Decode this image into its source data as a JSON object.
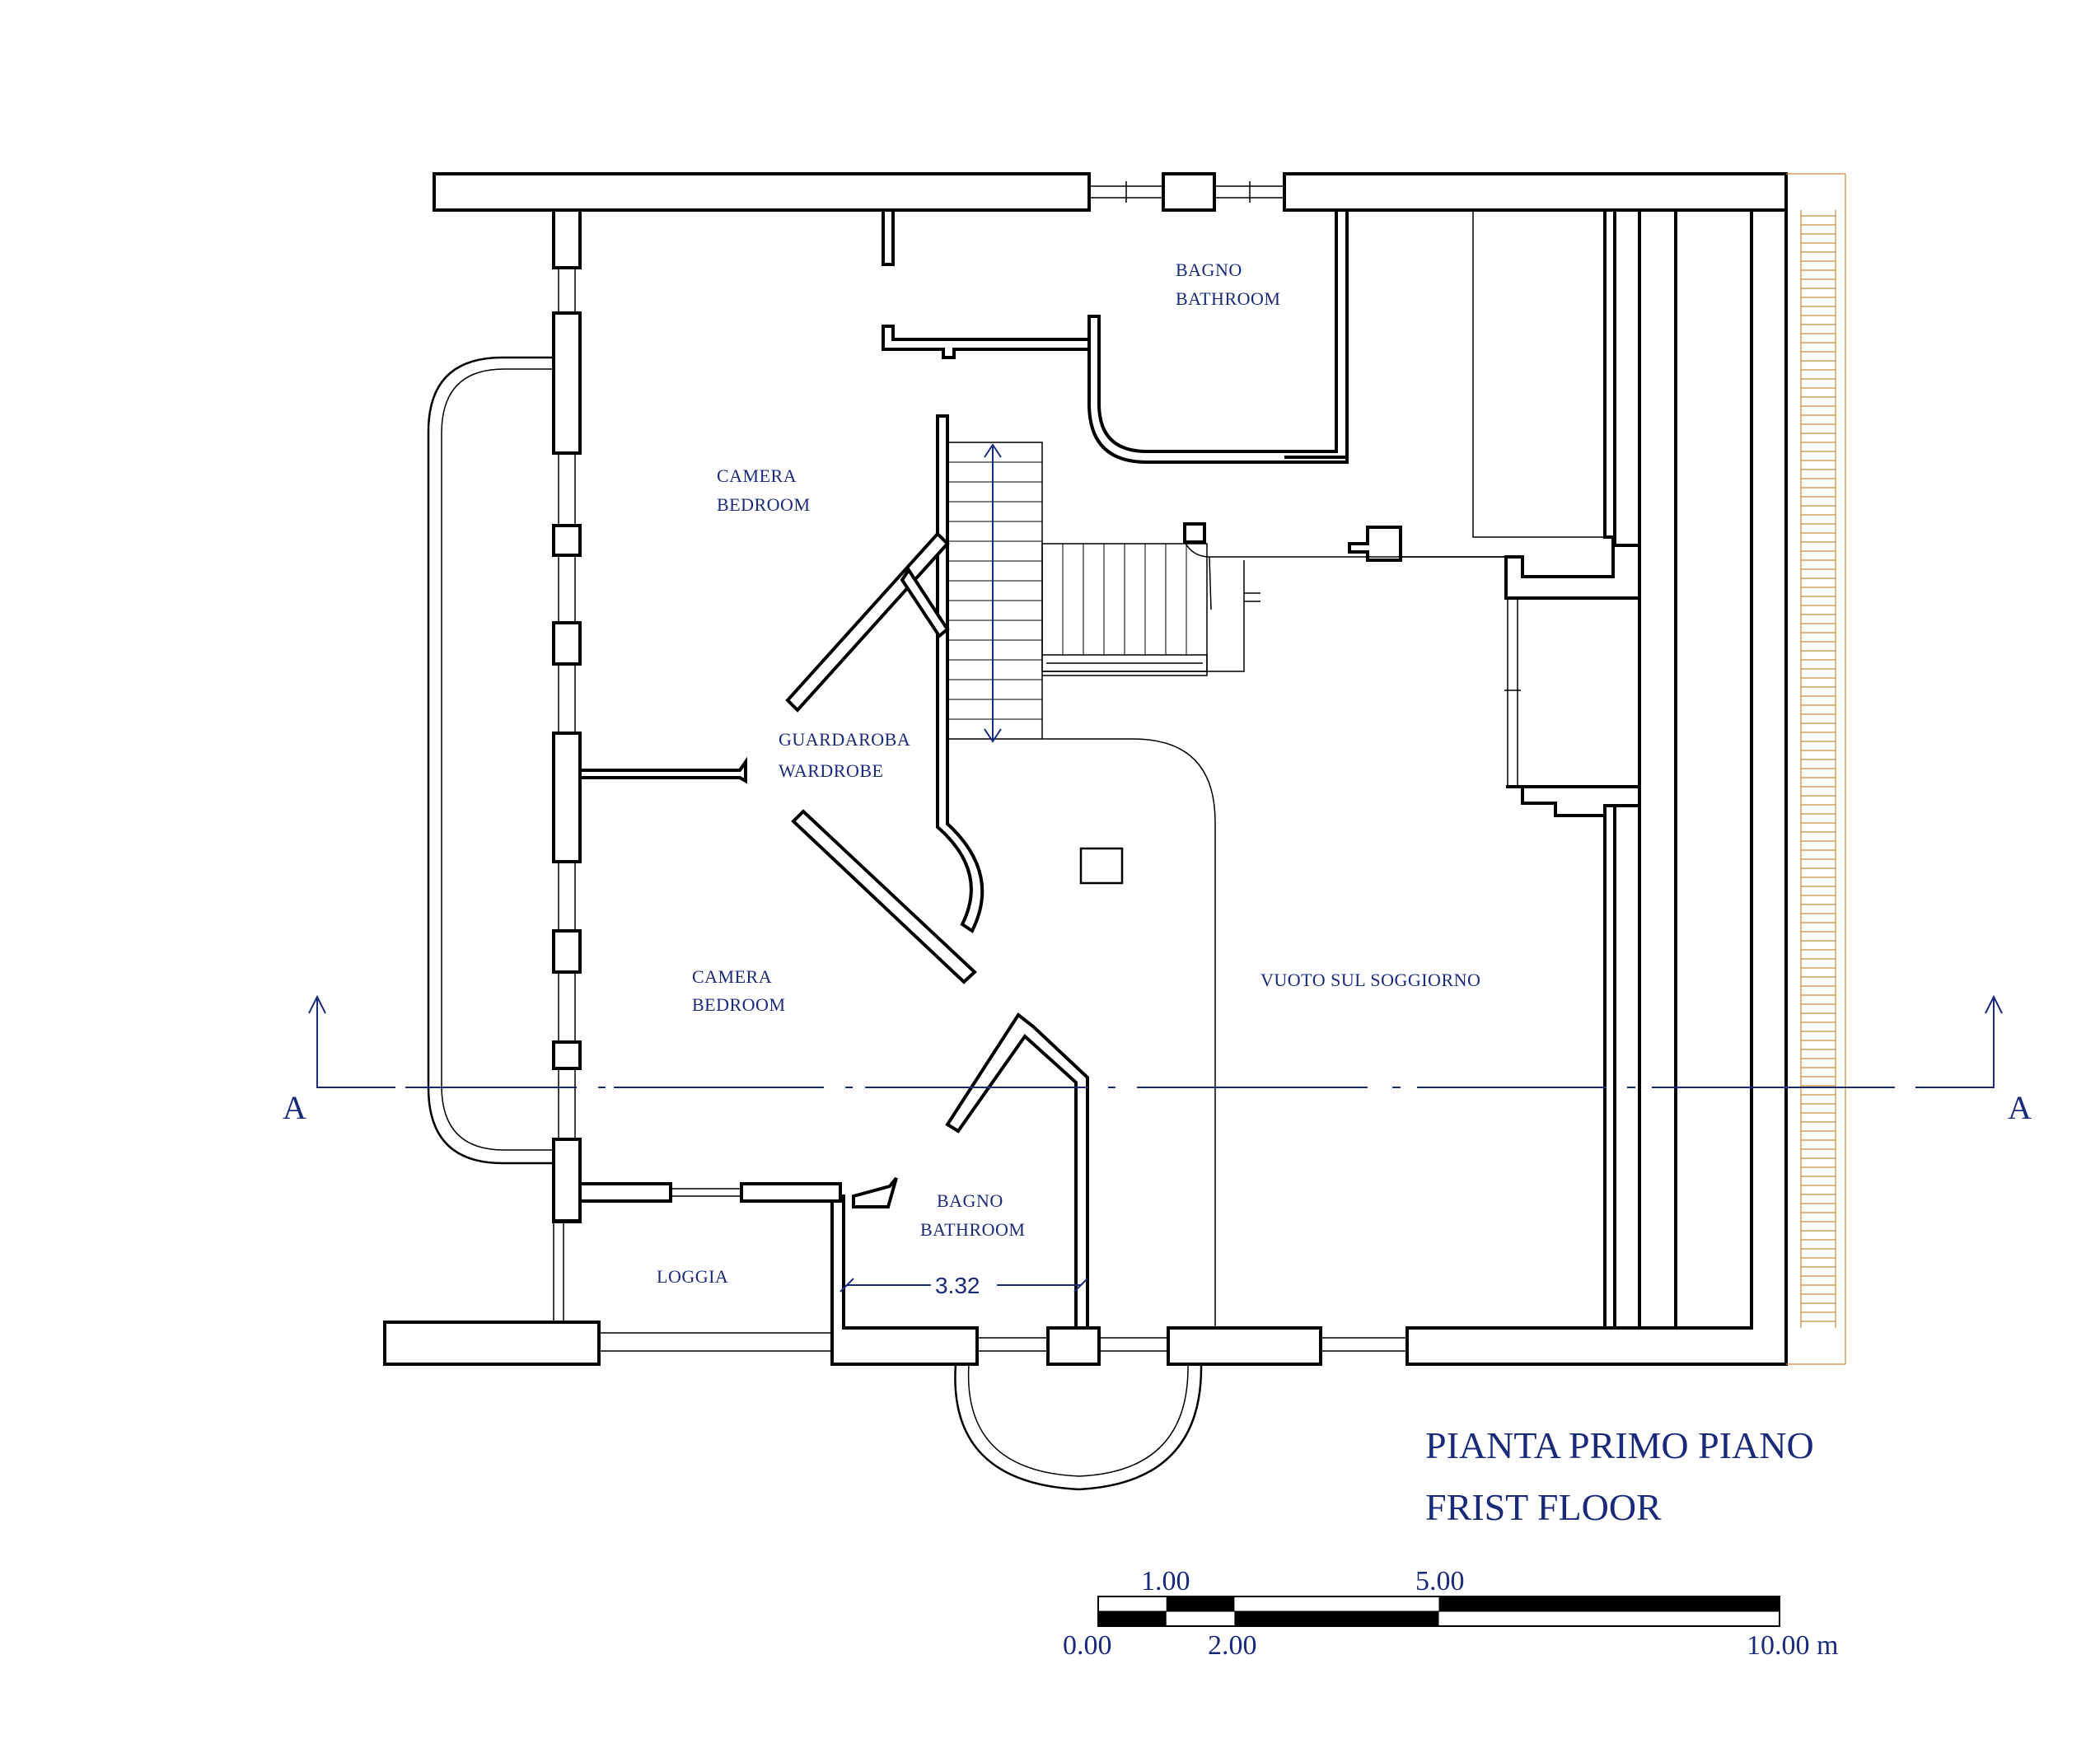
{
  "title": {
    "line1": "PIANTA PRIMO PIANO",
    "line2": "FRIST FLOOR"
  },
  "rooms": {
    "bathroom_top": {
      "it": "BAGNO",
      "en": "BATHROOM"
    },
    "bedroom_top": {
      "it": "CAMERA",
      "en": "BEDROOM"
    },
    "wardrobe": {
      "it": "GUARDAROBA",
      "en": "WARDROBE"
    },
    "bedroom_bottom": {
      "it": "CAMERA",
      "en": "BEDROOM"
    },
    "void": {
      "it": "VUOTO SUL SOGGIORNO"
    },
    "bathroom_bottom": {
      "it": "BAGNO",
      "en": "BATHROOM"
    },
    "loggia": {
      "it": "LOGGIA"
    }
  },
  "dimension": {
    "value": "3.32"
  },
  "section": {
    "left": "A",
    "right": "A"
  },
  "scale_bar": {
    "top_labels": [
      "1.00",
      "5.00"
    ],
    "bottom_labels": [
      "0.00",
      "2.00",
      "10.00 m"
    ],
    "segments": [
      {
        "from": 0,
        "to": 1,
        "filled_top": false,
        "filled_bottom": true
      },
      {
        "from": 1,
        "to": 2,
        "filled_top": true,
        "filled_bottom": false
      },
      {
        "from": 2,
        "to": 5,
        "filled_top": false,
        "filled_bottom": true
      },
      {
        "from": 5,
        "to": 10,
        "filled_top": true,
        "filled_bottom": false
      }
    ]
  },
  "colors": {
    "label": "#1a2a7a",
    "terrace": "#c98a3a",
    "wall": "#000000"
  }
}
